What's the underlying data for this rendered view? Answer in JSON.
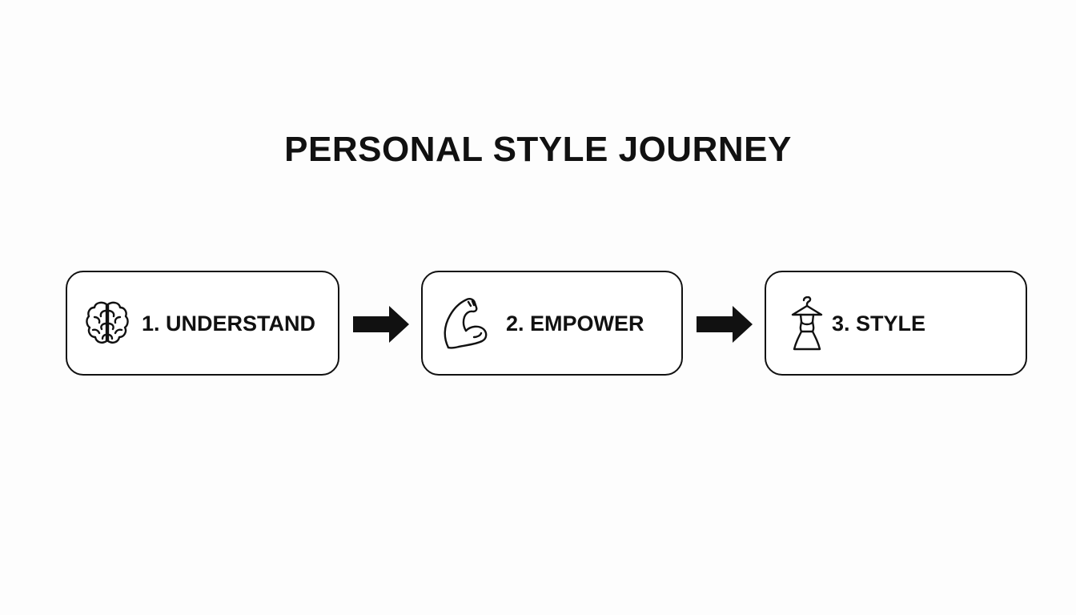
{
  "diagram": {
    "title": "PERSONAL STYLE JOURNEY",
    "steps": [
      {
        "label": "1. UNDERSTAND",
        "icon": "brain-icon"
      },
      {
        "label": "2. EMPOWER",
        "icon": "flexed-bicep-icon"
      },
      {
        "label": "3. STYLE",
        "icon": "dress-on-hanger-icon"
      }
    ],
    "connector_icon": "right-arrow-icon",
    "colors": {
      "background": "#fdfdfd",
      "stroke": "#111111",
      "box_fill": "#ffffff"
    }
  }
}
